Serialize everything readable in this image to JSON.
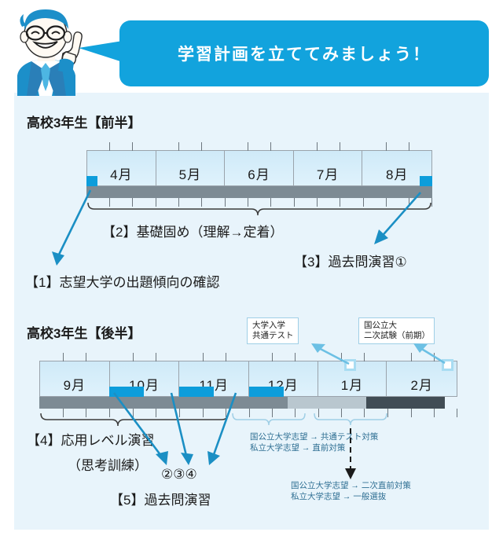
{
  "bubble": {
    "text": "学習計画を立ててみましょう！",
    "color": "#12a3dd"
  },
  "mascot": {
    "icon": "teacher-pointing-icon"
  },
  "panel": {
    "background": "#e8f4fb"
  },
  "sections": [
    {
      "id": "first-half",
      "title": "高校3年生【前半】",
      "months": [
        "4月",
        "5月",
        "6月",
        "7月",
        "8月"
      ],
      "bar_segments": [
        {
          "label": "basic-consolidation",
          "color": "#7d8b94",
          "span": 5
        }
      ],
      "markers": [
        {
          "type": "solid",
          "at_month": "4月",
          "position": "start",
          "color": "#0d9ddb"
        },
        {
          "type": "solid",
          "at_month": "8月",
          "position": "end",
          "color": "#0d9ddb"
        }
      ],
      "braces": [
        {
          "label": "【2】基礎固め（理解→定着）",
          "from": "4月",
          "to": "8月"
        }
      ],
      "annotations": [
        {
          "id": "step1",
          "text": "【1】志望大学の出題傾向の確認"
        },
        {
          "id": "step2",
          "text": "【2】基礎固め（理解→定着）"
        },
        {
          "id": "step3",
          "text": "【3】過去問演習①"
        }
      ]
    },
    {
      "id": "second-half",
      "title": "高校3年生【後半】",
      "months": [
        "9月",
        "10月",
        "11月",
        "12月",
        "1月",
        "2月"
      ],
      "bar_segments": [
        {
          "label": "applied-practice",
          "color": "#7d8b94",
          "span": 3.55
        },
        {
          "label": "common-test-prep",
          "color": "#b9c7cf",
          "span": 1.3
        },
        {
          "label": "secondary-exam-prep",
          "color": "#414d55",
          "span": 1.15
        }
      ],
      "markers": [
        {
          "type": "solid",
          "at_month": "10月",
          "position": "start",
          "color": "#0d9ddb"
        },
        {
          "type": "solid",
          "at_month": "11月",
          "position": "start",
          "color": "#0d9ddb"
        },
        {
          "type": "solid",
          "at_month": "12月",
          "position": "start",
          "color": "#0d9ddb"
        },
        {
          "type": "hollow",
          "at_month": "1月",
          "position": "mid",
          "color": "#a8dcf2"
        },
        {
          "type": "hollow",
          "at_month": "2月",
          "position": "end",
          "color": "#a8dcf2"
        }
      ],
      "callouts": [
        {
          "id": "common-test",
          "line1": "大学入学",
          "line2": "共通テスト"
        },
        {
          "id": "secondary-exam",
          "line1": "国公立大",
          "line2": "二次試験（前期）"
        }
      ],
      "annotations": [
        {
          "id": "step4",
          "text": "【4】応用レベル演習"
        },
        {
          "id": "step4-sub",
          "text": "（思考訓練）"
        },
        {
          "id": "circled",
          "text": "②③④"
        },
        {
          "id": "step5",
          "text": "【5】過去問演習"
        }
      ],
      "notes": [
        {
          "id": "note-common-test",
          "line1": "国公立大学志望 → 共通テスト対策",
          "line2": "私立大学志望 → 直前対策"
        },
        {
          "id": "note-secondary",
          "line1": "国公立大学志望 → 二次直前対策",
          "line2": "私立大学志望 → 一般選抜"
        }
      ]
    }
  ],
  "colors": {
    "accent_blue": "#12a3dd",
    "arrow_blue": "#1b8fc4",
    "panel_bg": "#e8f4fb",
    "bar_grey": "#7d8b94",
    "bar_light_grey": "#b9c7cf",
    "bar_dark": "#414d55",
    "note_text": "#2f6f93"
  }
}
